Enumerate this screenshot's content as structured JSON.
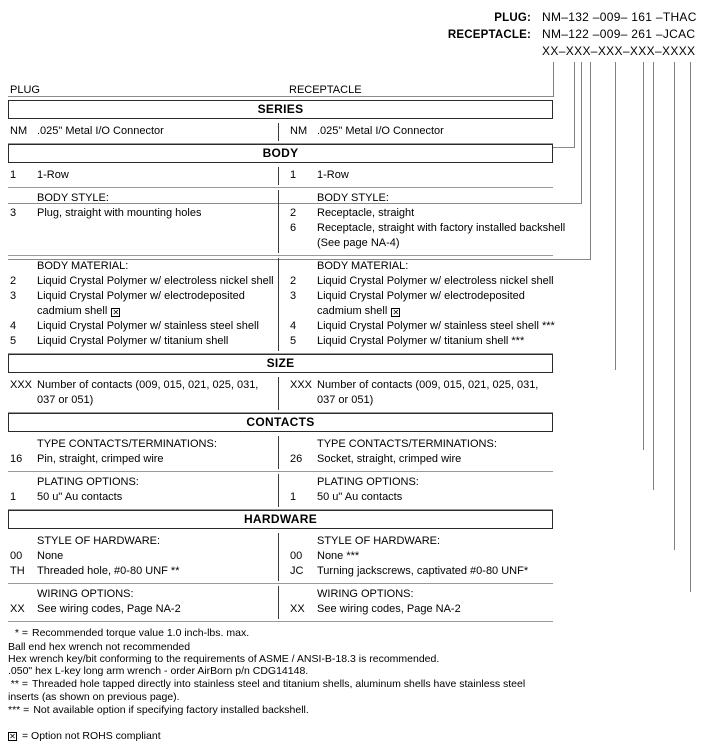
{
  "header": {
    "rows": [
      {
        "label": "PLUG:",
        "value": "NM–132 –009– 161 –THAC"
      },
      {
        "label": "RECEPTACLE:",
        "value": "NM–122 –009– 261 –JCAC"
      },
      {
        "label": "",
        "value": "XX–XXX–XXX–XXX–XXXX"
      }
    ]
  },
  "columns": {
    "left": "PLUG",
    "right": "RECEPTACLE"
  },
  "sections": [
    {
      "banner": "SERIES",
      "blocks": [
        {
          "left": {
            "heading": "",
            "options": [
              {
                "code": "NM",
                "desc": ".025\" Metal I/O Connector"
              }
            ]
          },
          "right": {
            "heading": "",
            "options": [
              {
                "code": "NM",
                "desc": ".025\" Metal I/O Connector"
              }
            ]
          }
        }
      ]
    },
    {
      "banner": "BODY",
      "blocks": [
        {
          "left": {
            "heading": "",
            "options": [
              {
                "code": "1",
                "desc": "1-Row"
              }
            ]
          },
          "right": {
            "heading": "",
            "options": [
              {
                "code": "1",
                "desc": "1-Row"
              }
            ]
          }
        },
        {
          "left": {
            "heading": "BODY STYLE:",
            "options": [
              {
                "code": "3",
                "desc": "Plug, straight with mounting holes"
              }
            ]
          },
          "right": {
            "heading": "BODY STYLE:",
            "options": [
              {
                "code": "2",
                "desc": "Receptacle, straight"
              },
              {
                "code": "6",
                "desc": "Receptacle, straight with factory installed backshell",
                "cont": "(See page NA-4)"
              }
            ]
          }
        },
        {
          "left": {
            "heading": "BODY MATERIAL:",
            "options": [
              {
                "code": "2",
                "desc": "Liquid Crystal Polymer w/ electroless nickel shell"
              },
              {
                "code": "3",
                "desc": "Liquid Crystal Polymer w/ electrodeposited",
                "cont": "cadmium shell",
                "cont_rohs": true
              },
              {
                "code": "4",
                "desc": "Liquid Crystal Polymer w/ stainless steel shell"
              },
              {
                "code": "5",
                "desc": "Liquid Crystal Polymer w/ titanium shell"
              }
            ]
          },
          "right": {
            "heading": "BODY MATERIAL:",
            "options": [
              {
                "code": "2",
                "desc": "Liquid Crystal Polymer w/ electroless nickel shell"
              },
              {
                "code": "3",
                "desc": "Liquid Crystal Polymer w/ electrodeposited",
                "cont": "cadmium shell",
                "cont_rohs": true
              },
              {
                "code": "4",
                "desc": "Liquid Crystal Polymer w/ stainless steel shell ***"
              },
              {
                "code": "5",
                "desc": "Liquid Crystal Polymer w/ titanium shell ***"
              }
            ]
          }
        }
      ]
    },
    {
      "banner": "SIZE",
      "blocks": [
        {
          "left": {
            "heading": "",
            "options": [
              {
                "code": "XXX",
                "desc": "Number of contacts (009, 015, 021, 025, 031,",
                "cont": "037 or 051)"
              }
            ]
          },
          "right": {
            "heading": "",
            "options": [
              {
                "code": "XXX",
                "desc": "Number of contacts (009, 015, 021, 025, 031,",
                "cont": "037 or 051)"
              }
            ]
          }
        }
      ]
    },
    {
      "banner": "CONTACTS",
      "blocks": [
        {
          "left": {
            "heading": "TYPE CONTACTS/TERMINATIONS:",
            "options": [
              {
                "code": "16",
                "desc": "Pin, straight, crimped wire"
              }
            ]
          },
          "right": {
            "heading": "TYPE CONTACTS/TERMINATIONS:",
            "options": [
              {
                "code": "26",
                "desc": "Socket, straight, crimped wire"
              }
            ]
          }
        },
        {
          "left": {
            "heading": "PLATING OPTIONS:",
            "options": [
              {
                "code": "1",
                "desc": "50 u\" Au contacts"
              }
            ]
          },
          "right": {
            "heading": "PLATING OPTIONS:",
            "options": [
              {
                "code": "1",
                "desc": "50 u\" Au contacts"
              }
            ]
          }
        }
      ]
    },
    {
      "banner": "HARDWARE",
      "blocks": [
        {
          "left": {
            "heading": "STYLE OF HARDWARE:",
            "options": [
              {
                "code": "00",
                "desc": "None"
              },
              {
                "code": "TH",
                "desc": "Threaded hole, #0-80 UNF  **"
              }
            ]
          },
          "right": {
            "heading": "STYLE OF HARDWARE:",
            "options": [
              {
                "code": "00",
                "desc": "None  ***"
              },
              {
                "code": "JC",
                "desc": "Turning jackscrews, captivated #0-80 UNF*"
              }
            ]
          }
        },
        {
          "left": {
            "heading": "WIRING OPTIONS:",
            "options": [
              {
                "code": "XX",
                "desc": "See wiring codes, Page NA-2"
              }
            ]
          },
          "right": {
            "heading": "WIRING OPTIONS:",
            "options": [
              {
                "code": "XX",
                "desc": "See wiring codes, Page NA-2"
              }
            ]
          }
        }
      ]
    }
  ],
  "notes": [
    {
      "marker": "* =",
      "body": "Recommended torque value 1.0 inch-lbs. max.",
      "subs": [
        "Ball end hex wrench not recommended",
        "Hex wrench key/bit conforming to the requirements of ASME / ANSI-B-18.3 is recommended.",
        ".050\" hex L-key long arm wrench - order AirBorn p/n CDG14148."
      ]
    },
    {
      "marker": "** =",
      "body": "Threaded hole tapped directly into stainless steel and titanium shells, aluminum shells have stainless steel",
      "subs": [
        "inserts (as shown on previous page)."
      ]
    },
    {
      "marker": "*** =",
      "body": "Not available option if specifying factory installed backshell.",
      "subs": []
    }
  ],
  "rohs_note": {
    "symbol": "☒",
    "text": "= Option not ROHS compliant"
  }
}
